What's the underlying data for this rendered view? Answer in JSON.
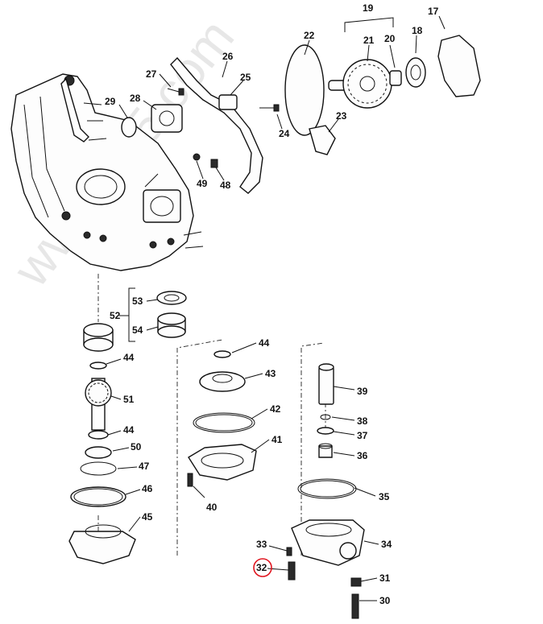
{
  "watermark": "www.tm5.com",
  "callouts": [
    {
      "id": "c19",
      "text": "19"
    },
    {
      "id": "c17",
      "text": "17"
    },
    {
      "id": "c22",
      "text": "22"
    },
    {
      "id": "c21",
      "text": "21"
    },
    {
      "id": "c20",
      "text": "20"
    },
    {
      "id": "c18",
      "text": "18"
    },
    {
      "id": "c26",
      "text": "26"
    },
    {
      "id": "c27",
      "text": "27"
    },
    {
      "id": "c25",
      "text": "25"
    },
    {
      "id": "c29",
      "text": "29"
    },
    {
      "id": "c28",
      "text": "28"
    },
    {
      "id": "c24",
      "text": "24"
    },
    {
      "id": "c23",
      "text": "23"
    },
    {
      "id": "c49",
      "text": "49"
    },
    {
      "id": "c48",
      "text": "48"
    },
    {
      "id": "c53",
      "text": "53"
    },
    {
      "id": "c52",
      "text": "52"
    },
    {
      "id": "c54",
      "text": "54"
    },
    {
      "id": "c44a",
      "text": "44"
    },
    {
      "id": "c51",
      "text": "51"
    },
    {
      "id": "c44b",
      "text": "44"
    },
    {
      "id": "c50",
      "text": "50"
    },
    {
      "id": "c47",
      "text": "47"
    },
    {
      "id": "c46",
      "text": "46"
    },
    {
      "id": "c45",
      "text": "45"
    },
    {
      "id": "c44c",
      "text": "44"
    },
    {
      "id": "c43",
      "text": "43"
    },
    {
      "id": "c42",
      "text": "42"
    },
    {
      "id": "c41",
      "text": "41"
    },
    {
      "id": "c40",
      "text": "40"
    },
    {
      "id": "c39",
      "text": "39"
    },
    {
      "id": "c38",
      "text": "38"
    },
    {
      "id": "c37",
      "text": "37"
    },
    {
      "id": "c36",
      "text": "36"
    },
    {
      "id": "c35",
      "text": "35"
    },
    {
      "id": "c34",
      "text": "34"
    },
    {
      "id": "c33",
      "text": "33"
    },
    {
      "id": "c32",
      "text": "32"
    },
    {
      "id": "c31",
      "text": "31"
    },
    {
      "id": "c30",
      "text": "30"
    }
  ],
  "highlight": {
    "callout": "32",
    "color": "#e0141e"
  }
}
